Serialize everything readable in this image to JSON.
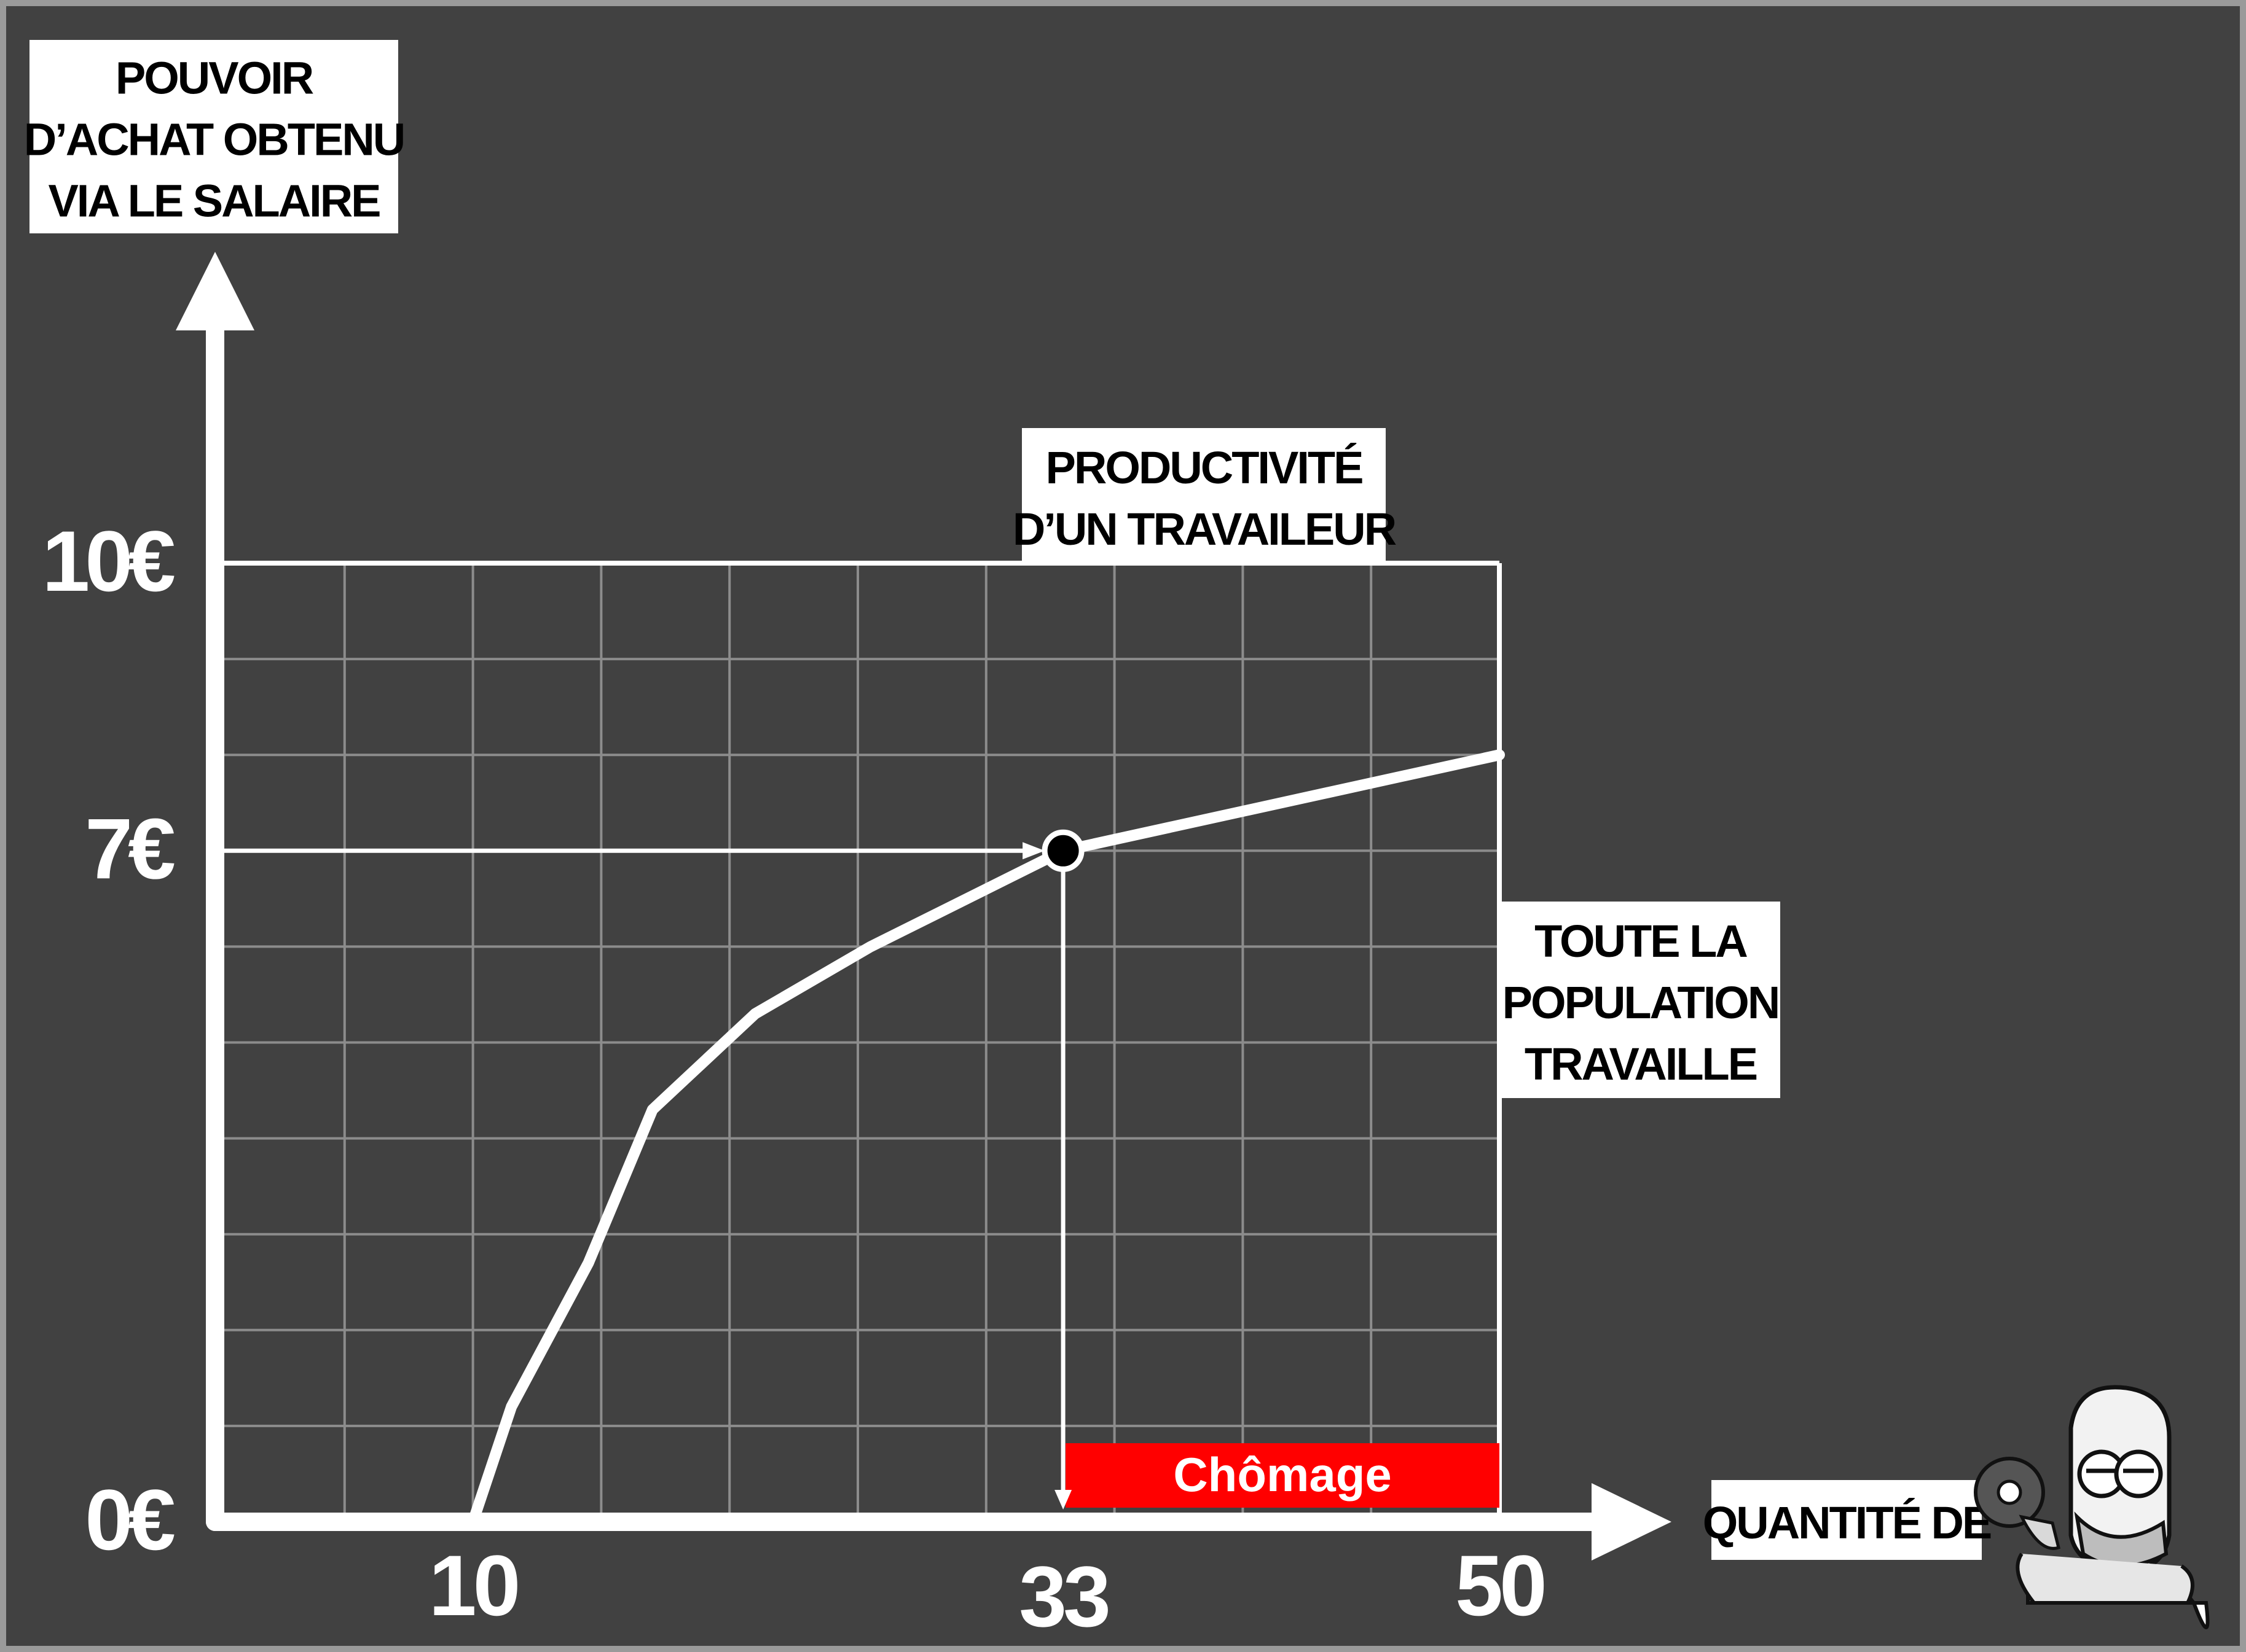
{
  "colors": {
    "background": "#414141",
    "frame": "#9a9a9a",
    "grid": "#8c8c8c",
    "line": "#ffffff",
    "label_box": "#ffffff",
    "label_text": "#000000",
    "chomage": "#ff0000",
    "point": "#000000"
  },
  "chart_data": {
    "type": "line",
    "y_axis_title": [
      "POUVOIR",
      "D’ACHAT OBTENU",
      "VIA LE SALAIRE"
    ],
    "x_axis_title": "QUANTITÉ DE",
    "x_axis_image": "homer-simpson-donut-icon",
    "y_ticks": [
      "0€",
      "7€",
      "10€"
    ],
    "x_ticks": [
      "10",
      "33",
      "50"
    ],
    "xlim": [
      0,
      50
    ],
    "ylim": [
      0,
      10
    ],
    "grid": true,
    "series": [
      {
        "x": [
          10,
          11.5,
          14.5,
          17,
          21,
          25.5,
          33,
          50
        ],
        "y": [
          0,
          1.2,
          2.7,
          4.3,
          5.3,
          6.0,
          7.0,
          8.0
        ]
      }
    ],
    "highlight_point": {
      "x": 33,
      "y": 7
    },
    "annotations": [
      {
        "id": "productivite",
        "lines": [
          "PRODUCTIVITÉ",
          "D’UN TRAVAILEUR"
        ]
      },
      {
        "id": "population",
        "lines": [
          "TOUTE LA",
          "POPULATION",
          "TRAVAILLE"
        ]
      }
    ],
    "region": {
      "label": "Chômage",
      "x_from": 33,
      "x_to": 50
    }
  }
}
